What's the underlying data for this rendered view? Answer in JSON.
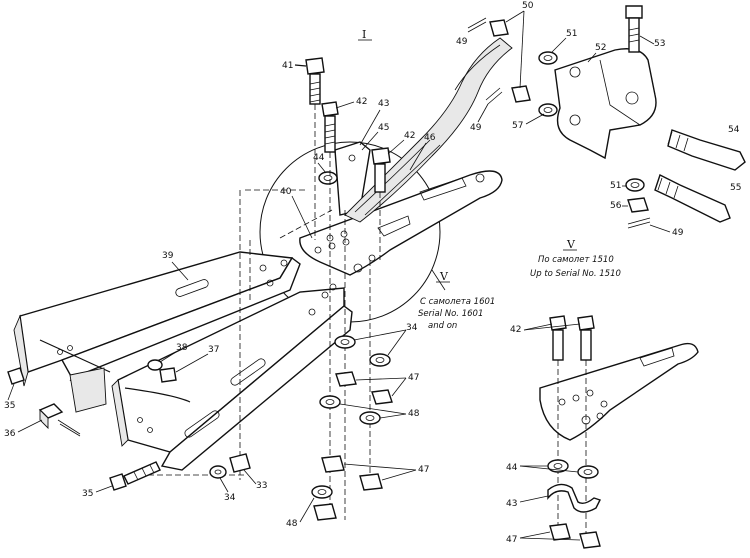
{
  "view_labels": {
    "main": "I",
    "detail": "V",
    "callout": "V"
  },
  "captions": {
    "detail_ru": "По самолет 1510",
    "detail_en": "Up to Serial No. 1510",
    "callout_ru": "С самолета 1601",
    "callout_en": "Serial No. 1601",
    "callout_en2": "and on"
  },
  "part_numbers": [
    {
      "id": "41",
      "text": "41"
    },
    {
      "id": "42a",
      "text": "42"
    },
    {
      "id": "43a",
      "text": "43"
    },
    {
      "id": "45",
      "text": "45"
    },
    {
      "id": "42b",
      "text": "42"
    },
    {
      "id": "46",
      "text": "46"
    },
    {
      "id": "44a",
      "text": "44"
    },
    {
      "id": "40",
      "text": "40"
    },
    {
      "id": "39",
      "text": "39"
    },
    {
      "id": "49a",
      "text": "49"
    },
    {
      "id": "50",
      "text": "50"
    },
    {
      "id": "51a",
      "text": "51"
    },
    {
      "id": "52",
      "text": "52"
    },
    {
      "id": "53",
      "text": "53"
    },
    {
      "id": "49b",
      "text": "49"
    },
    {
      "id": "57",
      "text": "57"
    },
    {
      "id": "54",
      "text": "54"
    },
    {
      "id": "51b",
      "text": "51"
    },
    {
      "id": "55",
      "text": "55"
    },
    {
      "id": "56",
      "text": "56"
    },
    {
      "id": "49c",
      "text": "49"
    },
    {
      "id": "34a",
      "text": "34"
    },
    {
      "id": "38",
      "text": "38"
    },
    {
      "id": "37",
      "text": "37"
    },
    {
      "id": "47a",
      "text": "47"
    },
    {
      "id": "48a",
      "text": "48"
    },
    {
      "id": "35a",
      "text": "35"
    },
    {
      "id": "36",
      "text": "36"
    },
    {
      "id": "35b",
      "text": "35"
    },
    {
      "id": "34b",
      "text": "34"
    },
    {
      "id": "33",
      "text": "33"
    },
    {
      "id": "47b",
      "text": "47"
    },
    {
      "id": "48b",
      "text": "48"
    },
    {
      "id": "42c",
      "text": "42"
    },
    {
      "id": "44b",
      "text": "44"
    },
    {
      "id": "43b",
      "text": "43"
    },
    {
      "id": "47c",
      "text": "47"
    }
  ]
}
